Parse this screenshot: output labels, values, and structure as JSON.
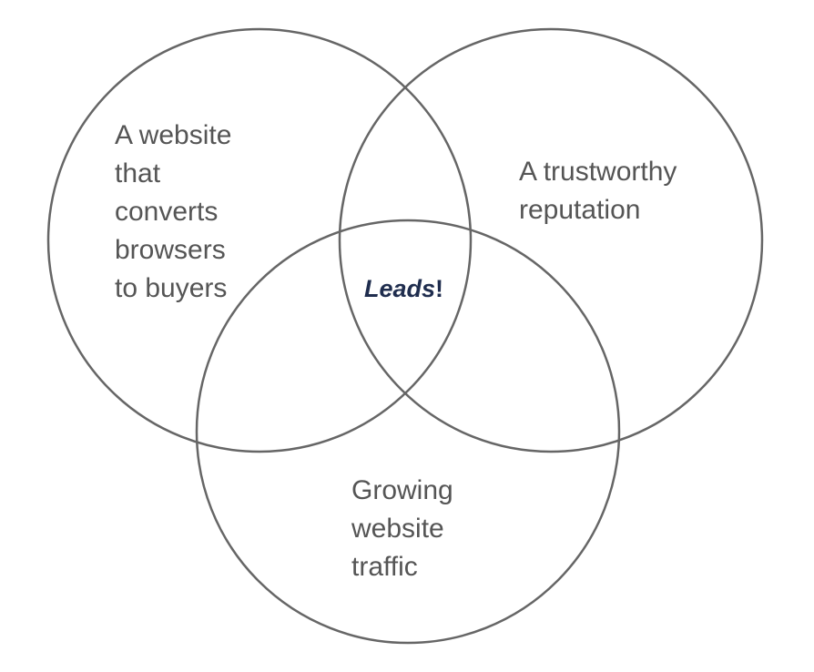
{
  "diagram": {
    "circles": [
      {
        "id": "left",
        "label_lines": [
          "A website",
          "that",
          "converts",
          "browsers",
          "to buyers"
        ]
      },
      {
        "id": "right",
        "label_lines": [
          "A trustworthy",
          "reputation"
        ]
      },
      {
        "id": "bottom",
        "label_lines": [
          "Growing",
          "website",
          "traffic"
        ]
      }
    ],
    "center": {
      "word": "Leads",
      "mark": "!"
    },
    "colors": {
      "circle_stroke": "#666666",
      "label_text": "#555555",
      "center_text": "#1f2d4e",
      "background": "#ffffff"
    }
  }
}
